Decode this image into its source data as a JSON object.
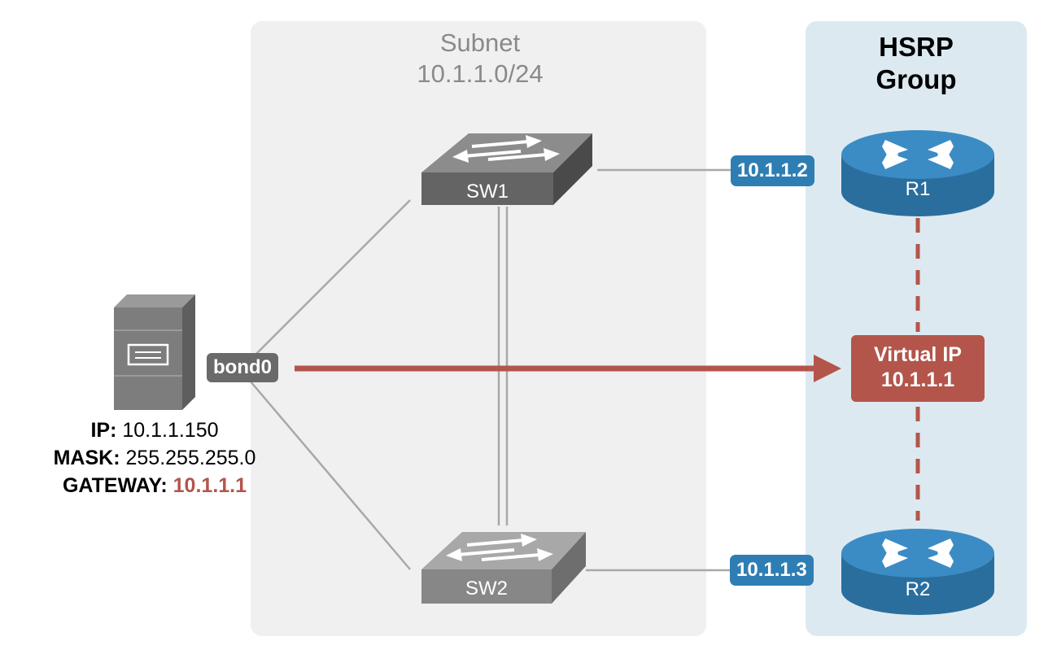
{
  "subnet": {
    "title": "Subnet",
    "cidr": "10.1.1.0/24"
  },
  "hsrp": {
    "title_line1": "HSRP",
    "title_line2": "Group"
  },
  "switches": {
    "sw1": "SW1",
    "sw2": "SW2"
  },
  "routers": {
    "r1": {
      "name": "R1",
      "ip": "10.1.1.2"
    },
    "r2": {
      "name": "R2",
      "ip": "10.1.1.3"
    }
  },
  "virtual_ip": {
    "label": "Virtual IP",
    "address": "10.1.1.1"
  },
  "server": {
    "interface": "bond0",
    "ip_key": "IP:",
    "ip_value": "10.1.1.150",
    "mask_key": "MASK:",
    "mask_value": "255.255.255.0",
    "gateway_key": "GATEWAY:",
    "gateway_value": "10.1.1.1"
  },
  "colors": {
    "accent_red": "#b3554b",
    "router_blue": "#2e7eb4",
    "switch_gray": "#6a6a6a",
    "subnet_bg": "#f0f0f0",
    "hsrp_bg": "#dde9f0"
  }
}
